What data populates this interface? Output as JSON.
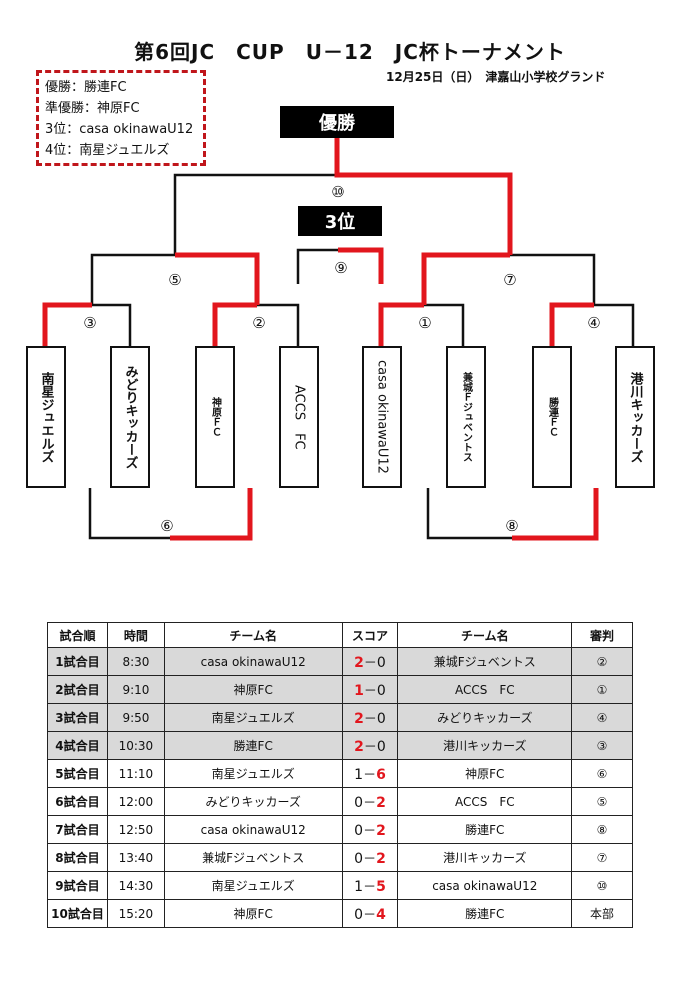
{
  "header": {
    "title": "第6回JC　CUP　U－12　JC杯トーナメント",
    "subtitle": "12月25日（日）　津嘉山小学校グランド"
  },
  "results": [
    "優勝：勝連FC",
    "準優勝：神原FC",
    "3位：casa okinawaU12",
    "4位：南星ジュエルズ"
  ],
  "bracket": {
    "champion_label": "優勝",
    "third_label": "3位",
    "match_numbers": {
      "m1": "①",
      "m2": "②",
      "m3": "③",
      "m4": "④",
      "m5": "⑤",
      "m6": "⑥",
      "m7": "⑦",
      "m8": "⑧",
      "m9": "⑨",
      "m10": "⑩"
    },
    "teams": [
      "南星ジュエルズ",
      "みどりキッカーズ",
      "神原ＦＣ",
      "ACCS　FC",
      "casa okinawaU12",
      "兼城Ｆジュベントス",
      "勝連ＦＣ",
      "港川キッカーズ"
    ],
    "colors": {
      "win_line": "#e2161d",
      "line": "#111111"
    }
  },
  "schedule": {
    "headers": [
      "試合順",
      "時間",
      "チーム名",
      "スコア",
      "チーム名",
      "審判"
    ],
    "rows": [
      {
        "match": "1試合目",
        "time": "8:30",
        "team_a": "casa okinawaU12",
        "score_a": "2",
        "score_b": "0",
        "team_b": "兼城Fジュベントス",
        "referee": "②",
        "shaded": true,
        "red_a": true,
        "red_b": false
      },
      {
        "match": "2試合目",
        "time": "9:10",
        "team_a": "神原FC",
        "score_a": "1",
        "score_b": "0",
        "team_b": "ACCS　FC",
        "referee": "①",
        "shaded": true,
        "red_a": true,
        "red_b": false
      },
      {
        "match": "3試合目",
        "time": "9:50",
        "team_a": "南星ジュエルズ",
        "score_a": "2",
        "score_b": "0",
        "team_b": "みどりキッカーズ",
        "referee": "④",
        "shaded": true,
        "red_a": true,
        "red_b": false
      },
      {
        "match": "4試合目",
        "time": "10:30",
        "team_a": "勝連FC",
        "score_a": "2",
        "score_b": "0",
        "team_b": "港川キッカーズ",
        "referee": "③",
        "shaded": true,
        "red_a": true,
        "red_b": false
      },
      {
        "match": "5試合目",
        "time": "11:10",
        "team_a": "南星ジュエルズ",
        "score_a": "1",
        "score_b": "6",
        "team_b": "神原FC",
        "referee": "⑥",
        "shaded": false,
        "red_a": false,
        "red_b": true
      },
      {
        "match": "6試合目",
        "time": "12:00",
        "team_a": "みどりキッカーズ",
        "score_a": "0",
        "score_b": "2",
        "team_b": "ACCS　FC",
        "referee": "⑤",
        "shaded": false,
        "red_a": false,
        "red_b": true
      },
      {
        "match": "7試合目",
        "time": "12:50",
        "team_a": "casa okinawaU12",
        "score_a": "0",
        "score_b": "2",
        "team_b": "勝連FC",
        "referee": "⑧",
        "shaded": false,
        "red_a": false,
        "red_b": true
      },
      {
        "match": "8試合目",
        "time": "13:40",
        "team_a": "兼城Fジュベントス",
        "score_a": "0",
        "score_b": "2",
        "team_b": "港川キッカーズ",
        "referee": "⑦",
        "shaded": false,
        "red_a": false,
        "red_b": true
      },
      {
        "match": "9試合目",
        "time": "14:30",
        "team_a": "南星ジュエルズ",
        "score_a": "1",
        "score_b": "5",
        "team_b": "casa okinawaU12",
        "referee": "⑩",
        "shaded": false,
        "red_a": false,
        "red_b": true
      },
      {
        "match": "10試合目",
        "time": "15:20",
        "team_a": "神原FC",
        "score_a": "0",
        "score_b": "4",
        "team_b": "勝連FC",
        "referee": "本部",
        "shaded": false,
        "red_a": false,
        "red_b": true
      }
    ]
  }
}
